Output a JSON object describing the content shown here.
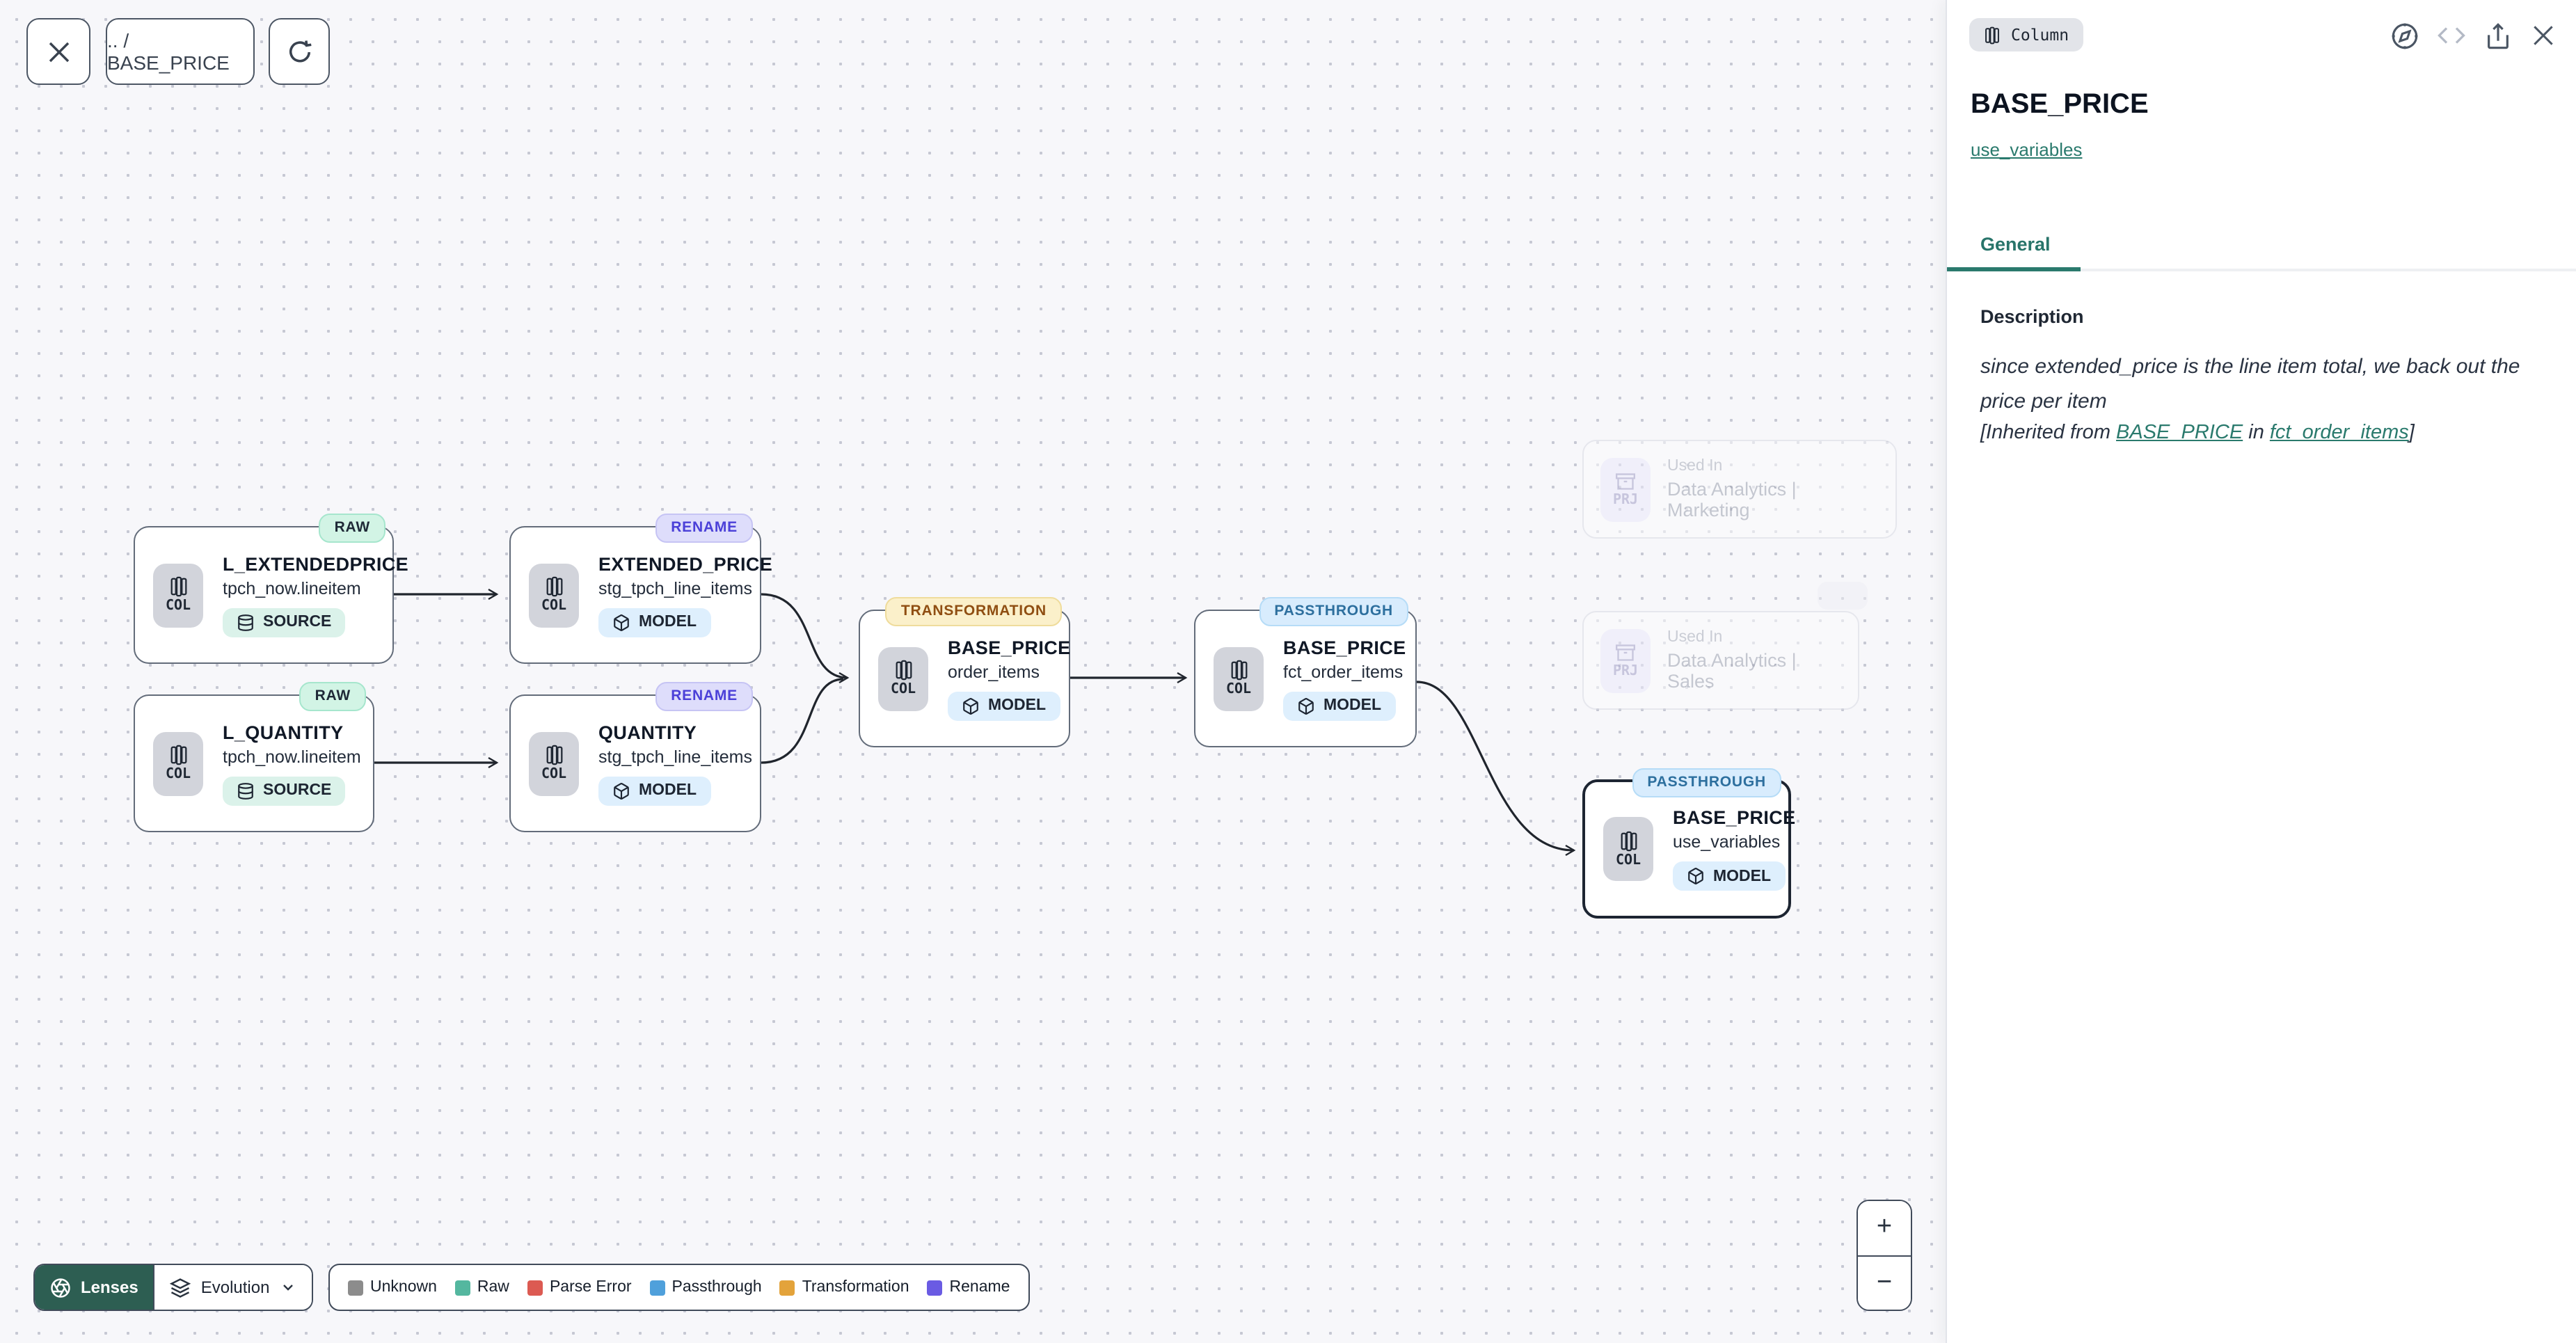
{
  "toolbar": {
    "breadcrumb": ".. / BASE_PRICE"
  },
  "panel": {
    "type_badge": "Column",
    "header_icon_names": [
      "compass-icon",
      "code-icon",
      "share-icon",
      "close-icon"
    ],
    "title": "BASE_PRICE",
    "subtitle_link": "use_variables",
    "tabs": [
      {
        "label": "General",
        "active": true
      }
    ],
    "description": {
      "heading": "Description",
      "body": "since extended_price is the line item total, we back out the price per item",
      "inherited_prefix": "[Inherited from ",
      "inherited_link_column": "BASE_PRICE",
      "inherited_middle": " in ",
      "inherited_link_model": "fct_order_items",
      "inherited_suffix": "]"
    }
  },
  "graph": {
    "col_label": "COL",
    "nodes": [
      {
        "title": "L_EXTENDEDPRICE",
        "subtitle": "tpch_now.lineitem",
        "kind": "SOURCE",
        "badge": "RAW"
      },
      {
        "title": "EXTENDED_PRICE",
        "subtitle": "stg_tpch_line_items",
        "kind": "MODEL",
        "badge": "RENAME"
      },
      {
        "title": "L_QUANTITY",
        "subtitle": "tpch_now.lineitem",
        "kind": "SOURCE",
        "badge": "RAW"
      },
      {
        "title": "QUANTITY",
        "subtitle": "stg_tpch_line_items",
        "kind": "MODEL",
        "badge": "RENAME"
      },
      {
        "title": "BASE_PRICE",
        "subtitle": "order_items",
        "kind": "MODEL",
        "badge": "TRANSFORMATION"
      },
      {
        "title": "BASE_PRICE",
        "subtitle": "fct_order_items",
        "kind": "MODEL",
        "badge": "PASSTHROUGH"
      },
      {
        "title": "BASE_PRICE",
        "subtitle": "use_variables",
        "kind": "MODEL",
        "badge": "PASSTHROUGH",
        "selected": true
      }
    ],
    "ghost_cards": [
      {
        "icon_label": "PRJ",
        "label": "Used In",
        "value": "Data Analytics | Marketing"
      },
      {
        "icon_label": "PRJ",
        "label": "Used In",
        "value": "Data Analytics | Sales"
      }
    ]
  },
  "legend": {
    "lenses_label": "Lenses",
    "lens_selected": "Evolution",
    "items": [
      {
        "label": "Unknown",
        "color": "#8c8c8c"
      },
      {
        "label": "Raw",
        "color": "#54b79f"
      },
      {
        "label": "Parse Error",
        "color": "#dc5a52"
      },
      {
        "label": "Passthrough",
        "color": "#4fa0db"
      },
      {
        "label": "Transformation",
        "color": "#e3a33b"
      },
      {
        "label": "Rename",
        "color": "#6a5be3"
      }
    ]
  },
  "zoom_controls": {
    "zoom_in": "+",
    "zoom_out": "−"
  }
}
